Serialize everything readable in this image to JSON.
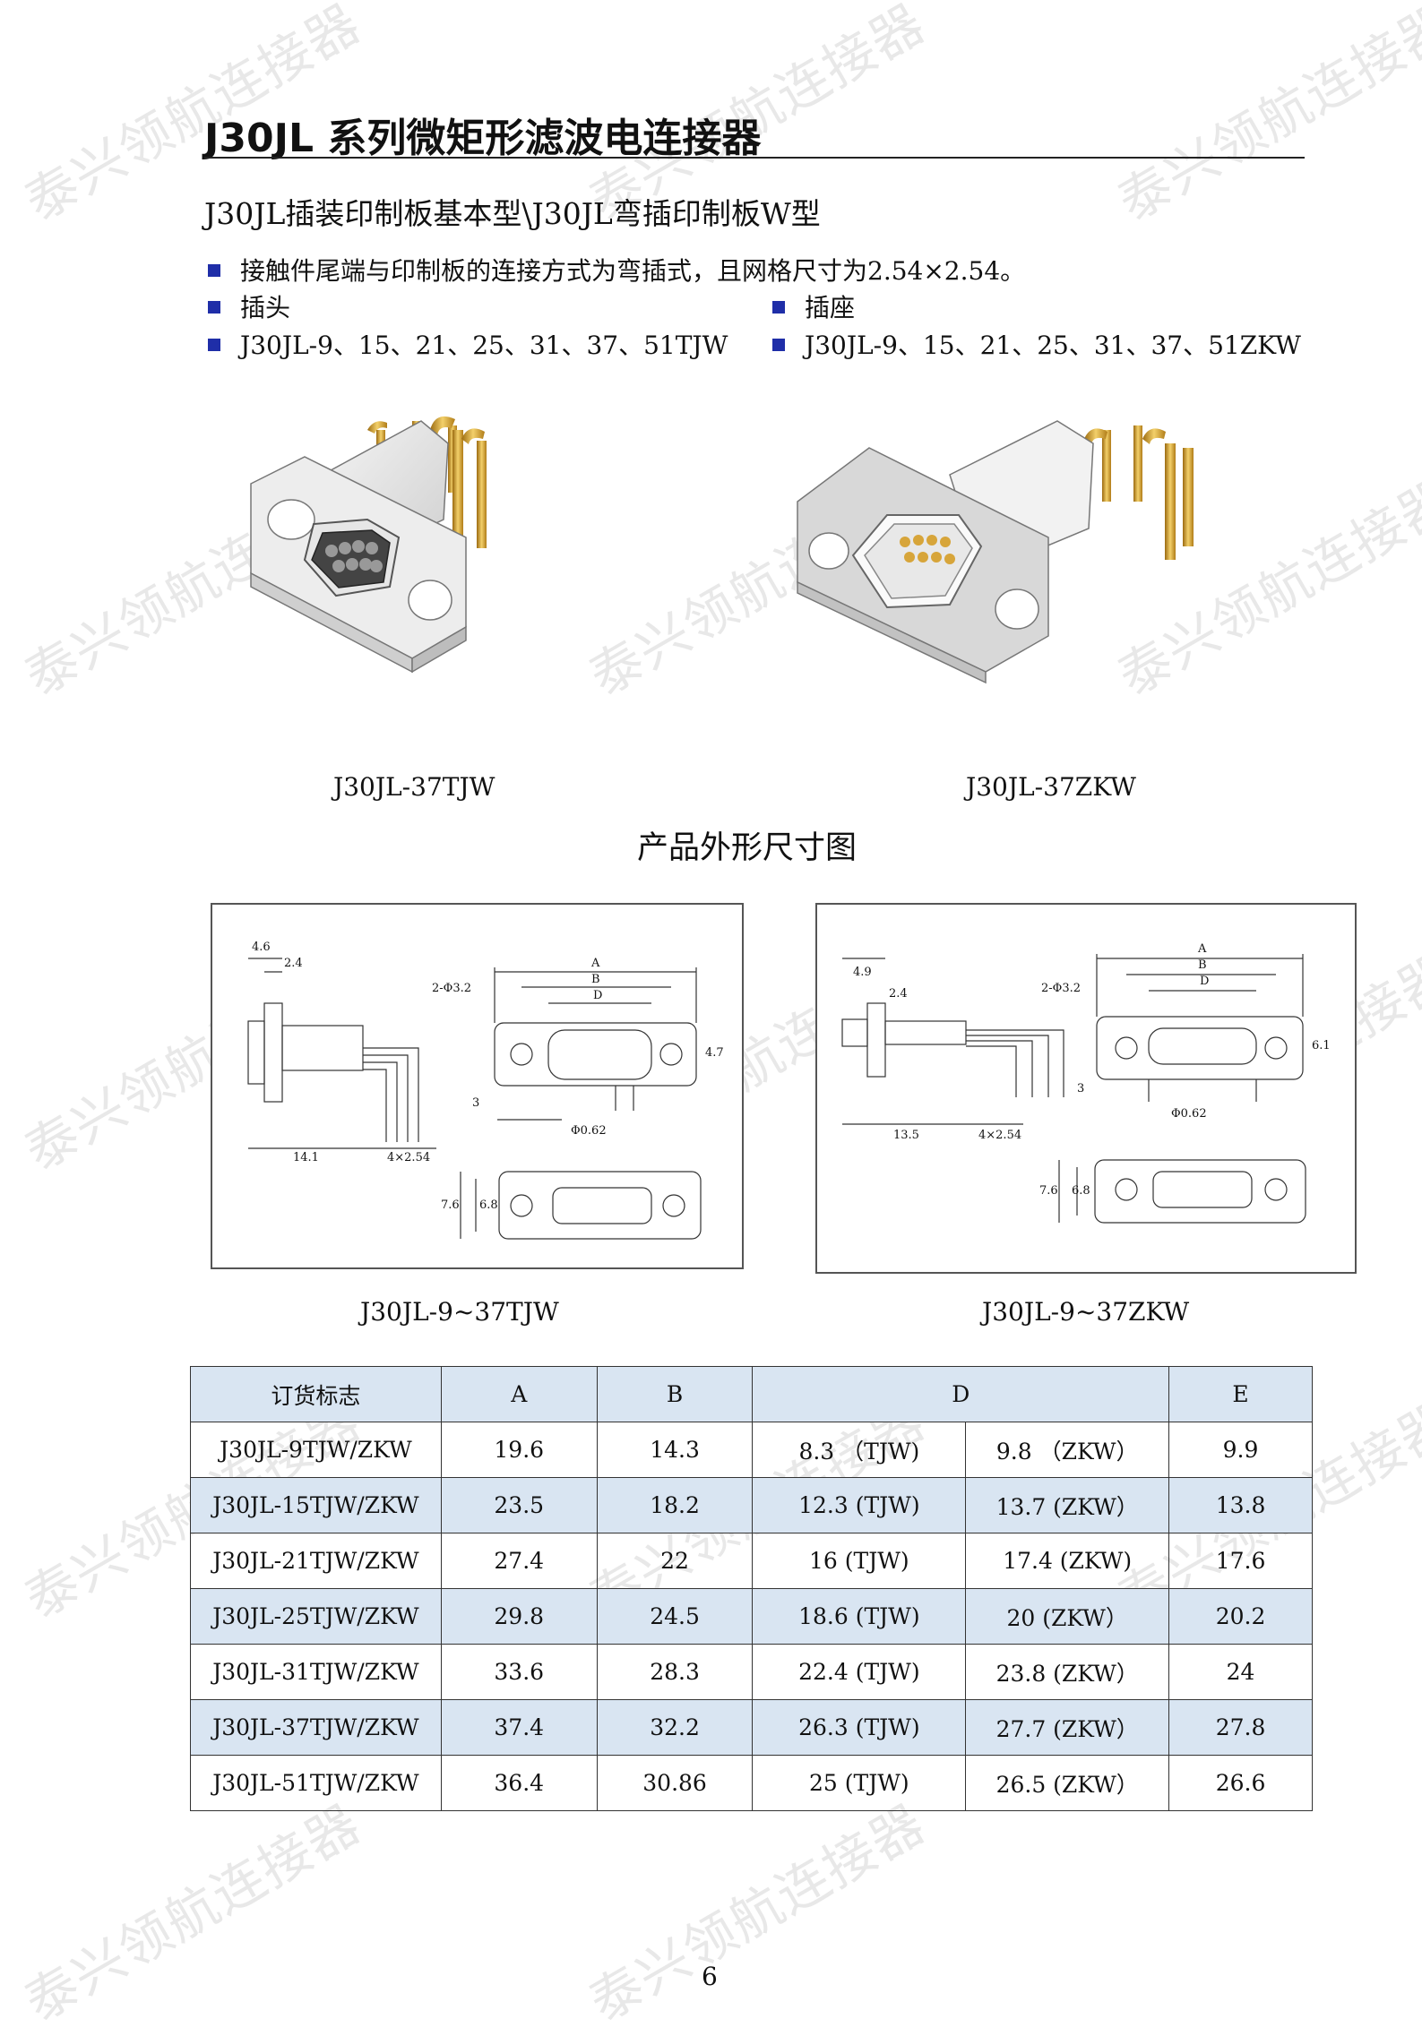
{
  "watermark_text": "泰兴领航连接器",
  "header": {
    "title": "J30JL 系列微矩形滤波电连接器"
  },
  "subtitle": "J30JL插装印制板基本型\\J30JL弯插印制板W型",
  "bullets": {
    "description": "接触件尾端与印制板的连接方式为弯插式，且网格尺寸为2.54×2.54。",
    "plug_label": "插头",
    "socket_label": "插座",
    "plug_models": "J30JL-9、15、21、25、31、37、51TJW",
    "socket_models": "J30JL-9、15、21、25、31、37、51ZKW"
  },
  "photos": {
    "left_caption": "J30JL-37TJW",
    "right_caption": "J30JL-37ZKW"
  },
  "section_title": "产品外形尺寸图",
  "drawings": {
    "left": {
      "caption": "J30JL-9~37TJW",
      "dims": {
        "d1": "4.6",
        "d2": "2.4",
        "hole": "2-Φ3.2",
        "A": "A",
        "B": "B",
        "D": "D",
        "h": "4.7",
        "v3": "3",
        "pin": "Φ0.62",
        "len": "14.1",
        "pitch": "4×2.54",
        "w1": "7.6",
        "w2": "6.8"
      }
    },
    "right": {
      "caption": "J30JL-9~37ZKW",
      "dims": {
        "d1": "4.9",
        "d2": "2.4",
        "hole": "2-Φ3.2",
        "A": "A",
        "B": "B",
        "D": "D",
        "h": "6.1",
        "v3": "3",
        "pin": "Φ0.62",
        "len": "13.5",
        "pitch": "4×2.54",
        "w1": "7.6",
        "w2": "6.8"
      }
    }
  },
  "table": {
    "headers": [
      "订货标志",
      "A",
      "B",
      "D",
      "E"
    ],
    "rows": [
      [
        "J30JL-9TJW/ZKW",
        "19.6",
        "14.3",
        "8.3 （TJW)",
        "9.8 （ZKW）",
        "9.9"
      ],
      [
        "J30JL-15TJW/ZKW",
        "23.5",
        "18.2",
        "12.3 (TJW)",
        "13.7 (ZKW）",
        "13.8"
      ],
      [
        "J30JL-21TJW/ZKW",
        "27.4",
        "22",
        "16 (TJW)",
        "17.4 (ZKW)",
        "17.6"
      ],
      [
        "J30JL-25TJW/ZKW",
        "29.8",
        "24.5",
        "18.6 (TJW)",
        "20 (ZKW）",
        "20.2"
      ],
      [
        "J30JL-31TJW/ZKW",
        "33.6",
        "28.3",
        "22.4 (TJW)",
        "23.8 (ZKW）",
        "24"
      ],
      [
        "J30JL-37TJW/ZKW",
        "37.4",
        "32.2",
        "26.3 (TJW)",
        "27.7 (ZKW）",
        "27.8"
      ],
      [
        "J30JL-51TJW/ZKW",
        "36.4",
        "30.86",
        "25 (TJW)",
        "26.5 (ZKW）",
        "26.6"
      ]
    ]
  },
  "page_number": "6"
}
